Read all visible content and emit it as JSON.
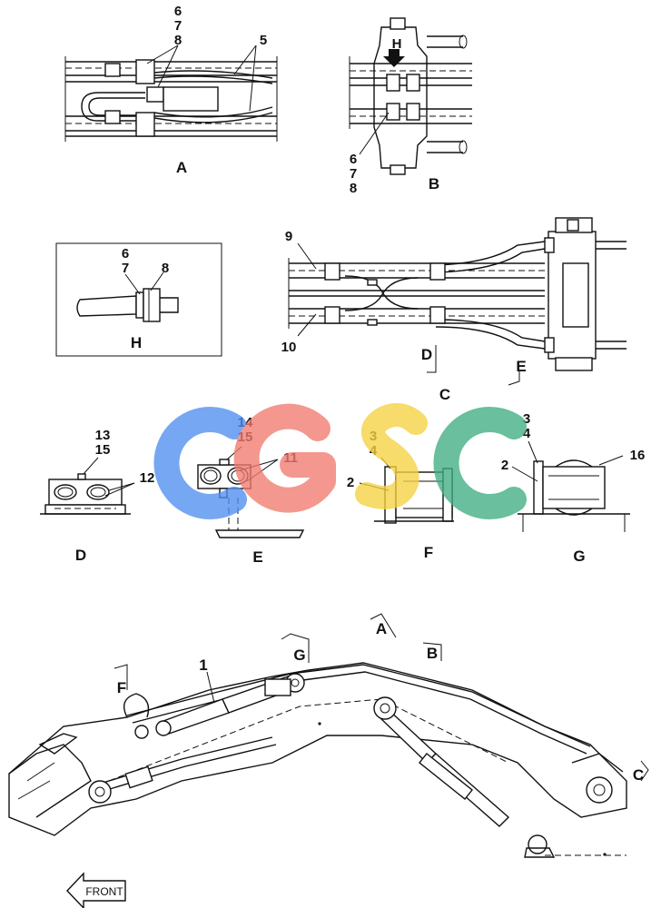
{
  "callouts": {
    "a_6": "6",
    "a_7": "7",
    "a_8": "8",
    "a_5": "5",
    "b_h": "H",
    "b_6": "6",
    "b_7": "7",
    "b_8": "8",
    "h_6": "6",
    "h_7": "7",
    "h_8": "8",
    "c_9": "9",
    "c_10": "10",
    "c_d": "D",
    "c_e": "E",
    "d_13": "13",
    "d_15": "15",
    "d_12": "12",
    "e_14": "14",
    "e_15": "15",
    "e_11": "11",
    "f_3": "3",
    "f_4": "4",
    "f_2": "2",
    "g_3": "3",
    "g_4": "4",
    "g_2": "2",
    "g_16": "16",
    "boom_1": "1",
    "boom_f": "F",
    "boom_g": "G",
    "boom_a": "A",
    "boom_b": "B",
    "boom_c": "C"
  },
  "views": {
    "a": "A",
    "b": "B",
    "h": "H",
    "c": "C",
    "d": "D",
    "e": "E",
    "f": "F",
    "g": "G"
  },
  "front_label": "FRONT",
  "watermark": {
    "text": "CGSC",
    "colors": [
      "#4f8ef0",
      "#f07a70",
      "#f5d142",
      "#3fae84"
    ]
  }
}
